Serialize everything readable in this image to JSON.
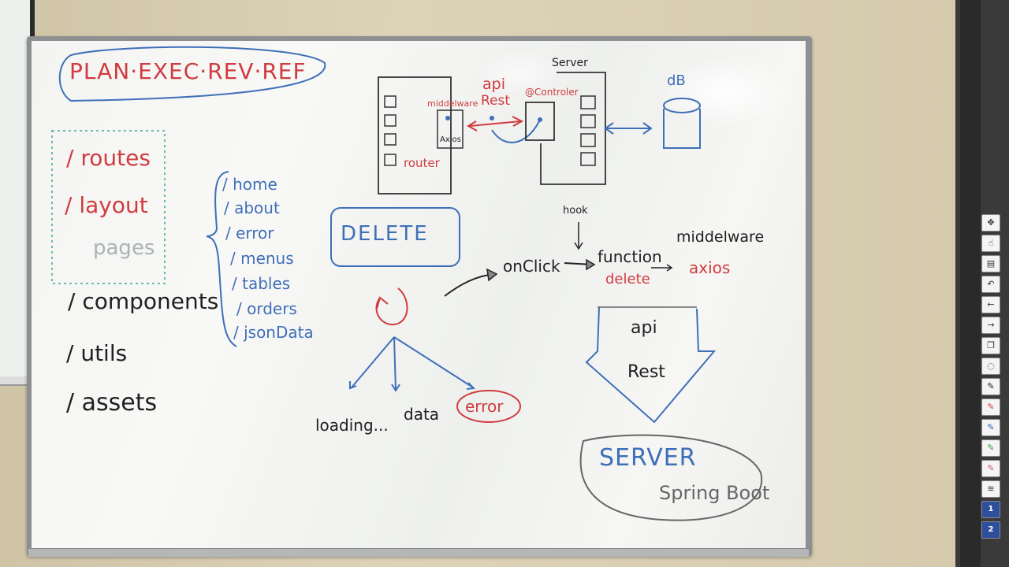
{
  "whiteboard": {
    "plan_title": "PLAN·EXEC·REV·REF",
    "folders": {
      "routes": "/ routes",
      "layout": "/ layout",
      "pages": "pages",
      "components": "/ components",
      "utils": "/ utils",
      "assets": "/ assets"
    },
    "pages_list": [
      "/ home",
      "/ about",
      "/ error",
      "/ menus",
      "/ tables",
      "/ orders",
      "/ jsonData"
    ],
    "architecture": {
      "server_label": "Server",
      "db_label": "dB",
      "api_label": "api",
      "rest_label": "Rest",
      "middleware_label": "middelware",
      "axios_label": "Axios",
      "router_label": "router",
      "controller_label": "@Controler"
    },
    "delete_label": "DELETE",
    "flow": {
      "hook": "hook",
      "onclick": "onClick",
      "function": "function",
      "delete": "delete",
      "middleware": "middelware",
      "axios": "axios"
    },
    "states": {
      "loading": "loading...",
      "data": "data",
      "error": "error"
    },
    "api_arrow": {
      "api": "api",
      "rest": "Rest"
    },
    "server_box": {
      "server": "SERVER",
      "spring": "Spring Boot"
    }
  },
  "toolbar": {
    "page_1": "1",
    "page_2": "2"
  },
  "colors": {
    "red_marker": "#d13b3f",
    "blue_marker": "#3f6fb8",
    "black_marker": "#202020",
    "green_marker": "#3aa88a"
  }
}
